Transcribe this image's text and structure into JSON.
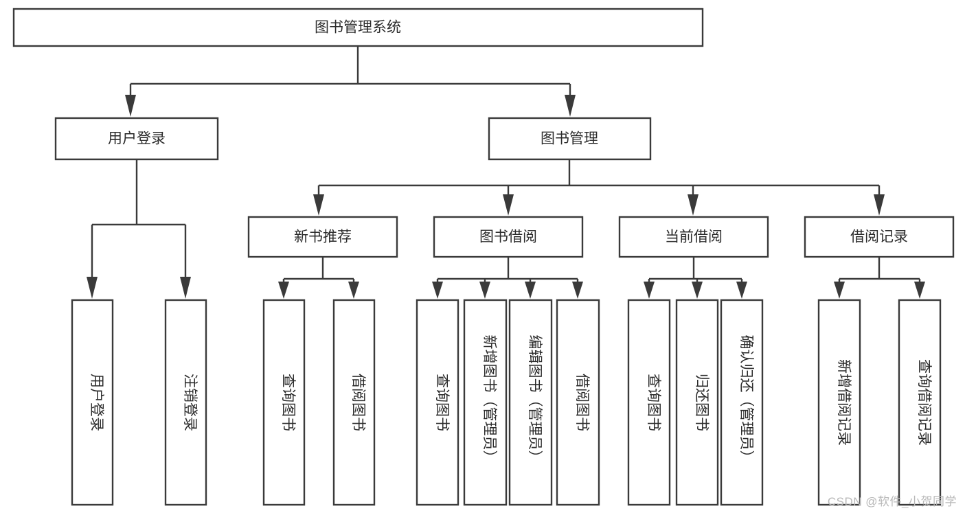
{
  "diagram": {
    "type": "tree-hierarchy",
    "title": "图书管理系统",
    "watermark": "CSDN @软件_小贺同学",
    "colors": {
      "stroke": "#3a3a3a",
      "fill": "#ffffff",
      "text": "#2b2b2b",
      "watermark": "#b8b8b8",
      "background": "#ffffff"
    },
    "levels": {
      "root": {
        "label": "图书管理系统"
      },
      "level2": [
        {
          "label": "用户登录"
        },
        {
          "label": "图书管理"
        }
      ],
      "level3": [
        {
          "label": "新书推荐"
        },
        {
          "label": "图书借阅"
        },
        {
          "label": "当前借阅"
        },
        {
          "label": "借阅记录"
        }
      ]
    },
    "leaves": {
      "user_login": [
        {
          "label": "用户登录"
        },
        {
          "label": "注销登录"
        }
      ],
      "new_book_recommend": [
        {
          "label": "查询图书"
        },
        {
          "label": "借阅图书"
        }
      ],
      "book_borrow": [
        {
          "label": "查询图书"
        },
        {
          "label": "新增图书（管理员）"
        },
        {
          "label": "编辑图书（管理员）"
        },
        {
          "label": "借阅图书"
        }
      ],
      "current_borrow": [
        {
          "label": "查询图书"
        },
        {
          "label": "归还图书"
        },
        {
          "label": "确认归还（管理员）"
        }
      ],
      "borrow_record": [
        {
          "label": "新增借阅记录"
        },
        {
          "label": "查询借阅记录"
        }
      ]
    }
  }
}
